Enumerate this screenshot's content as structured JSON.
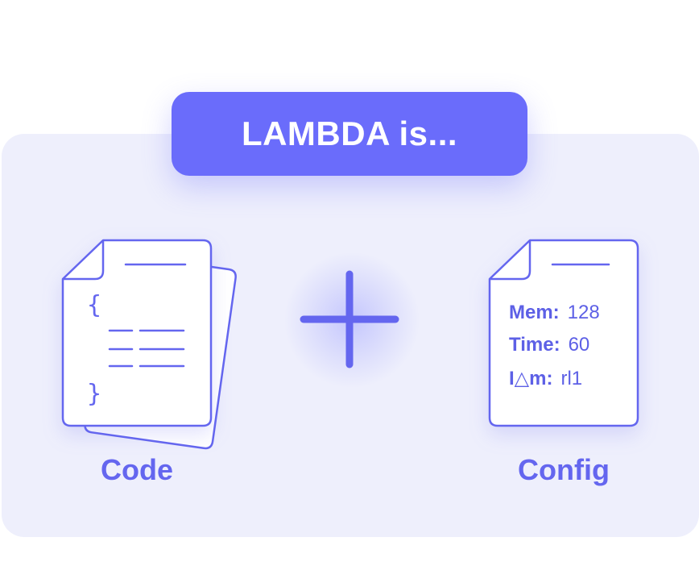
{
  "title": "LAMBDA is...",
  "code_card": {
    "open_brace": "{",
    "close_brace": "}",
    "caption": "Code"
  },
  "config_card": {
    "caption": "Config",
    "rows": [
      {
        "key": "Mem:",
        "value": "128"
      },
      {
        "key": "Time:",
        "value": "60"
      },
      {
        "key": "I△m:",
        "value": "rl1"
      }
    ]
  },
  "operator": "+",
  "colors": {
    "accent": "#6a6cfb",
    "panel": "#eeeffc",
    "stroke": "#6466ef"
  }
}
